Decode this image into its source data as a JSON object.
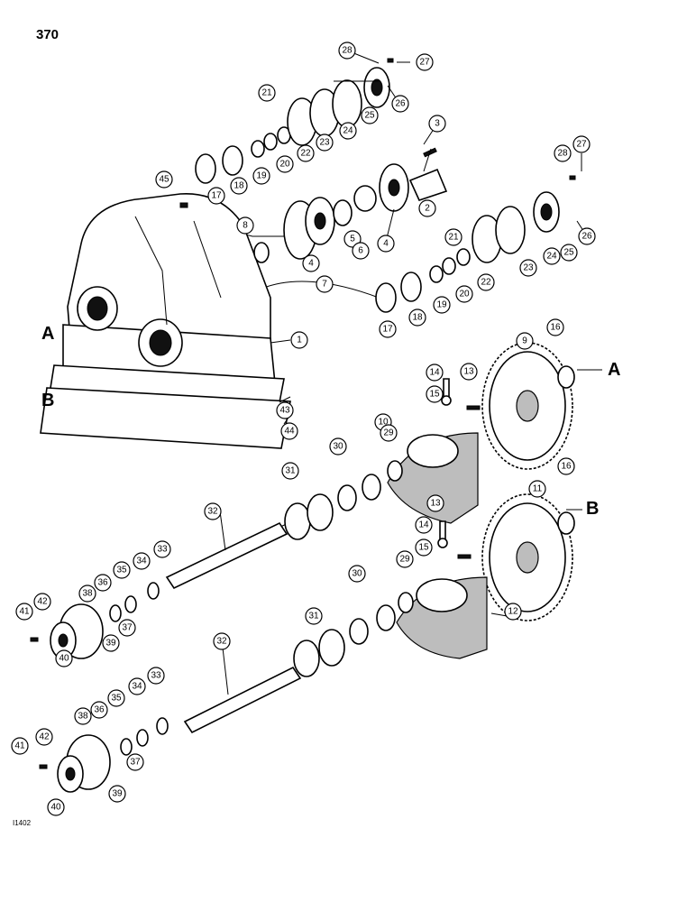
{
  "page_number": "370",
  "figure_code": "I1402",
  "section_letters": {
    "a": "A",
    "b": "B"
  },
  "callouts": [
    "1",
    "2",
    "3",
    "4",
    "5",
    "6",
    "7",
    "8",
    "9",
    "10",
    "11",
    "12",
    "13",
    "14",
    "15",
    "16",
    "17",
    "18",
    "19",
    "20",
    "21",
    "22",
    "23",
    "24",
    "25",
    "26",
    "27",
    "28",
    "29",
    "30",
    "31",
    "32",
    "33",
    "34",
    "35",
    "36",
    "37",
    "38",
    "39",
    "40",
    "41",
    "42",
    "43",
    "44",
    "45"
  ]
}
